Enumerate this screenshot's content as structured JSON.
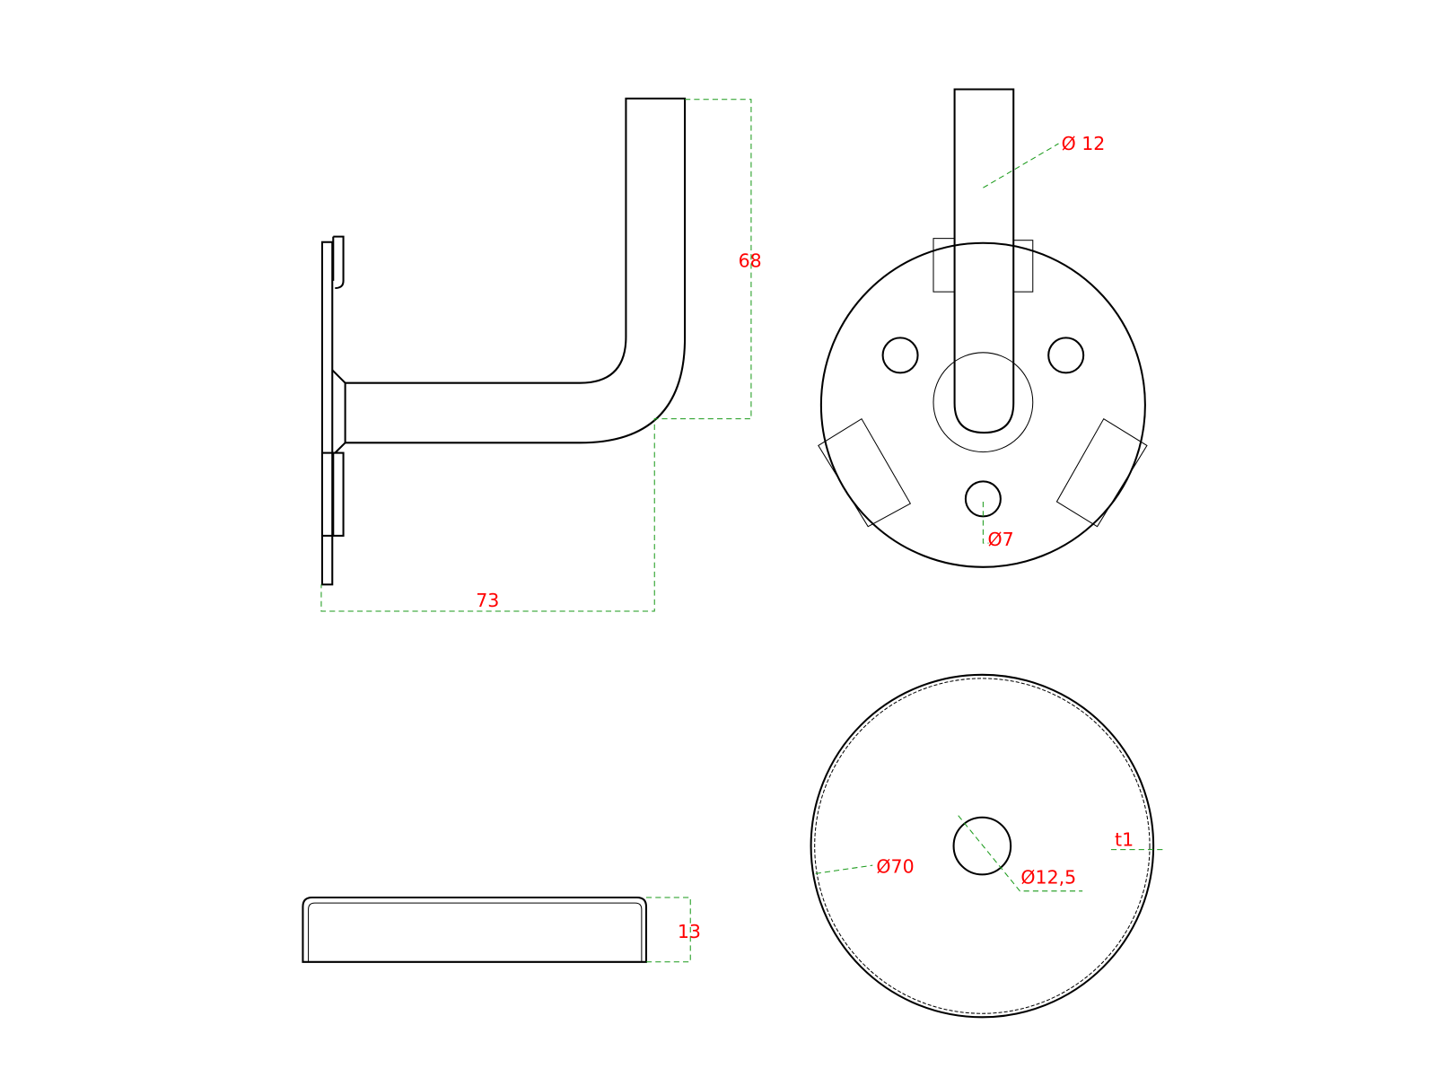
{
  "drawing": {
    "side_view": {
      "height_label": "68",
      "length_label": "73"
    },
    "front_view": {
      "tube_diameter_label": "Ø 12",
      "hole_diameter_label": "Ø7"
    },
    "cap_side_view": {
      "height_label": "13"
    },
    "cap_top_view": {
      "outer_diameter_label": "Ø70",
      "hole_diameter_label": "Ø12,5",
      "thickness_label": "t1"
    },
    "colors": {
      "line": "#000000",
      "dimension": "#1a9a1a",
      "label": "#ff0000"
    }
  }
}
